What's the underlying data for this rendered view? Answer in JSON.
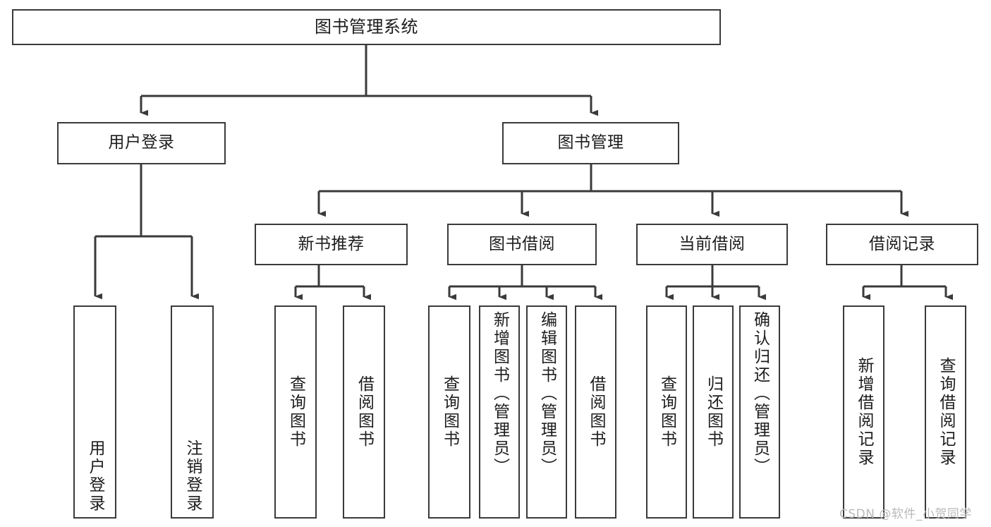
{
  "diagram": {
    "title": "图书管理系统",
    "type": "tree-hierarchy",
    "colors": {
      "box_border": "#3a3a3a",
      "box_fill": "#ffffff",
      "connector": "#3a3a3a",
      "text": "#1d1d1d",
      "watermark": "#b9b9b9",
      "background": "#ffffff"
    },
    "nodes": {
      "root": {
        "label": "图书管理系统"
      },
      "level2": [
        {
          "label": "用户登录"
        },
        {
          "label": "图书管理"
        }
      ],
      "level3": [
        {
          "label": "新书推荐"
        },
        {
          "label": "图书借阅"
        },
        {
          "label": "当前借阅"
        },
        {
          "label": "借阅记录"
        }
      ],
      "leaves": {
        "user_login": [
          {
            "label": "用户登录"
          },
          {
            "label": "注销登录"
          }
        ],
        "new_book_recommend": [
          {
            "label": "查询图书"
          },
          {
            "label": "借阅图书"
          }
        ],
        "book_borrow": [
          {
            "label": "查询图书"
          },
          {
            "label": "新增图书（管理员）"
          },
          {
            "label": "编辑图书（管理员）"
          },
          {
            "label": "借阅图书"
          }
        ],
        "current_borrow": [
          {
            "label": "查询图书"
          },
          {
            "label": "归还图书"
          },
          {
            "label": "确认归还（管理员）"
          }
        ],
        "borrow_record": [
          {
            "label": "新增借阅记录"
          },
          {
            "label": "查询借阅记录"
          }
        ]
      }
    },
    "watermark": "CSDN @软件_小贺同学"
  }
}
